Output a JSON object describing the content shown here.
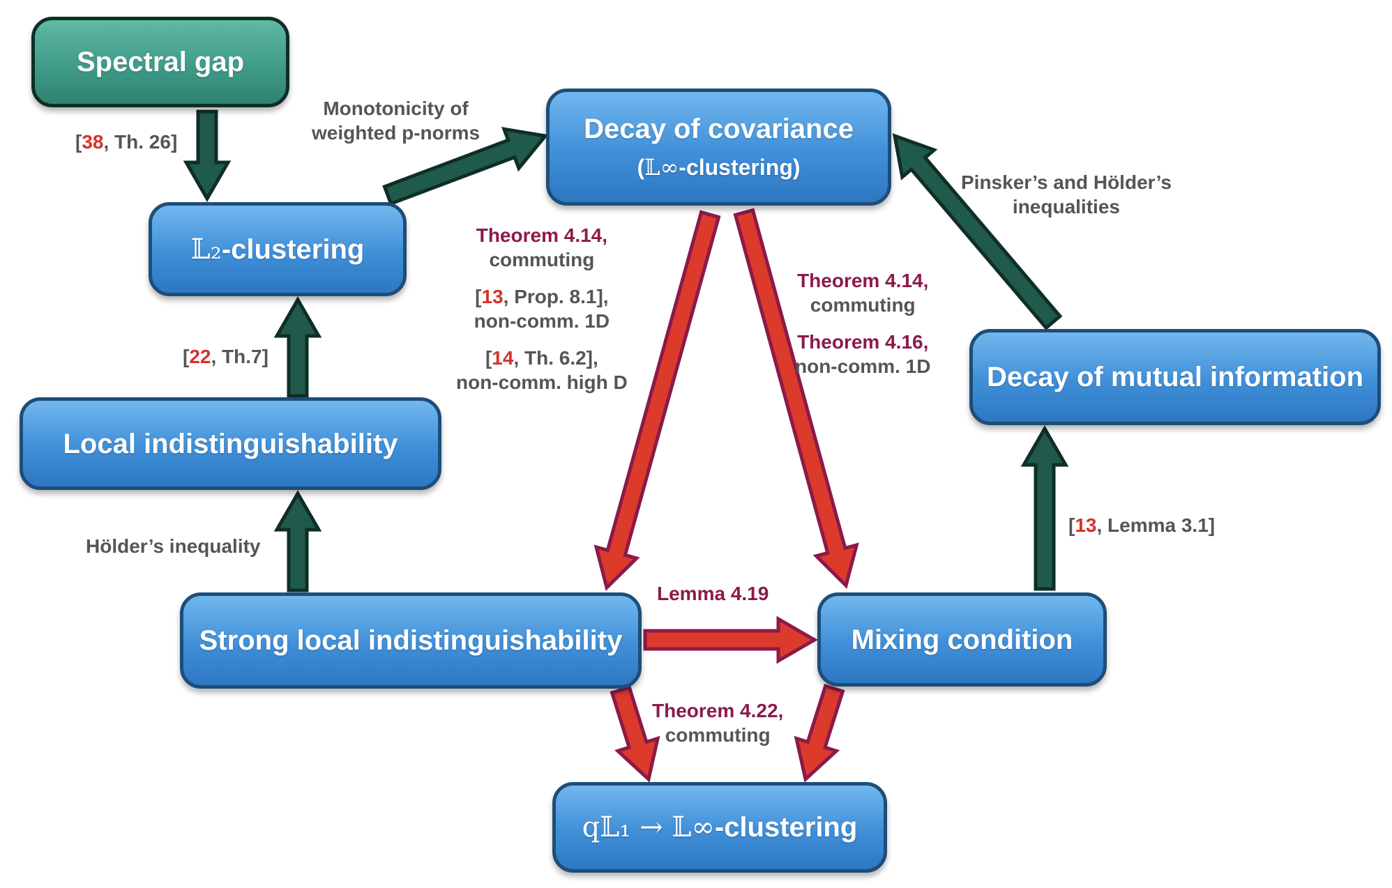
{
  "nodes": {
    "spectral_gap": "Spectral gap",
    "l2_clustering": {
      "symbol": "𝕃₂",
      "text": "-clustering"
    },
    "local_indist": "Local indistinguishability",
    "strong_local_indist": "Strong local indistinguishability",
    "decay_covariance": {
      "title": "Decay of covariance",
      "sub_open": "(",
      "sub_symbol": "𝕃∞",
      "sub_text": "-clustering)"
    },
    "mixing_condition": "Mixing condition",
    "decay_mutual_info": "Decay of mutual information",
    "ql1_clustering": {
      "symbol": "q𝕃₁ → 𝕃∞",
      "text": "-clustering"
    }
  },
  "labels": {
    "spectral_to_l2": {
      "open": "[",
      "ref": "38",
      "rest": ", Th. 26]"
    },
    "monotonicity": {
      "line1": "Monotonicity of",
      "line2": "weighted p-norms"
    },
    "local_to_l2": {
      "open": "[",
      "ref": "22",
      "rest": ", Th.7]"
    },
    "holder": "Hölder’s inequality",
    "pinsker": {
      "line1": "Pinsker’s and Hölder’s",
      "line2": "inequalities"
    },
    "cov_to_strong": {
      "th1": "Theorem 4.14,",
      "c1": "commuting",
      "open2": "[",
      "ref2": "13",
      "rest2": ", Prop. 8.1],",
      "c2": "non-comm. 1D",
      "open3": "[",
      "ref3": "14",
      "rest3": ", Th. 6.2],",
      "c3": "non-comm. high D"
    },
    "cov_to_mixing": {
      "th1": "Theorem 4.14,",
      "c1": "commuting",
      "th2": "Theorem 4.16,",
      "c2": "non-comm. 1D"
    },
    "lemma_419": "Lemma 4.19",
    "mixing_to_mutual": {
      "open": "[",
      "ref": "13",
      "rest": ", Lemma 3.1]"
    },
    "theorem_422": {
      "th": "Theorem 4.22,",
      "c": "commuting"
    }
  },
  "colors": {
    "green_arrow": "#1f5a4c",
    "green_arrow_outline": "#0f2e26",
    "red_arrow": "#dc3b2c",
    "red_arrow_outline": "#8b1a4a",
    "box_border": "#1d4e78",
    "theorem_text": "#8b1a4a",
    "reference_text": "#d6322a",
    "label_text": "#555555"
  }
}
